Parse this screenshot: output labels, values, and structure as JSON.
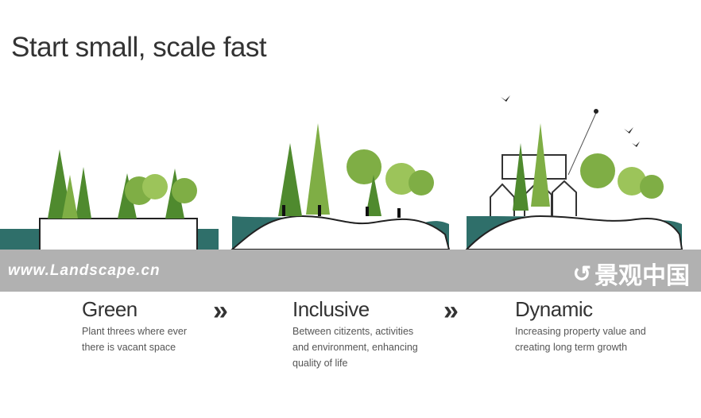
{
  "title": "Start small, scale fast",
  "watermark": {
    "url": "www.Landscape.cn",
    "logo_text": "景观中国"
  },
  "steps": [
    {
      "heading": "Green",
      "text": "Plant threes where ever there is vacant space"
    },
    {
      "heading": "Inclusive",
      "text": "Between citizents, activities and environment, enhancing quality of life"
    },
    {
      "heading": "Dynamic",
      "text": "Increasing property value and creating long term growth"
    }
  ],
  "arrow_glyph": "»",
  "colors": {
    "water": "#2f6f6a",
    "tree_dark": "#4f8a2e",
    "tree_light": "#9cc45a",
    "band": "#b1b1b1"
  }
}
